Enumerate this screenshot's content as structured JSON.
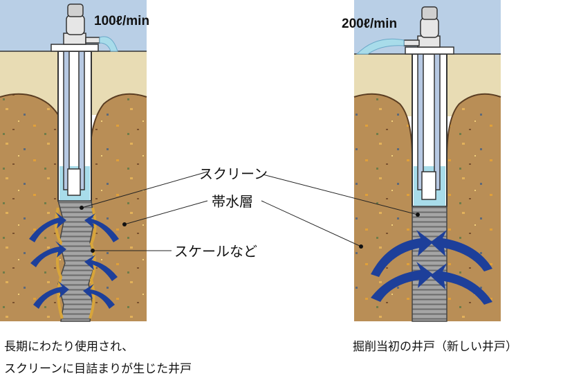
{
  "left_well": {
    "flow_rate": "100ℓ/min",
    "caption_line1": "長期にわたり使用され、",
    "caption_line2": "スクリーンに目詰まりが生じた井戸"
  },
  "right_well": {
    "flow_rate": "200ℓ/min",
    "caption": "掘削当初の井戸（新しい井戸）"
  },
  "labels": {
    "screen": "スクリーン",
    "aquifer": "帯水層",
    "scale": "スケールなど"
  },
  "colors": {
    "sky": "#b9cfe6",
    "topsoil": "#e8dcb4",
    "aquifer": "#b98e56",
    "water": "#a8dcea",
    "arrow": "#1d3f9a",
    "screen": "#9a9a9a"
  }
}
